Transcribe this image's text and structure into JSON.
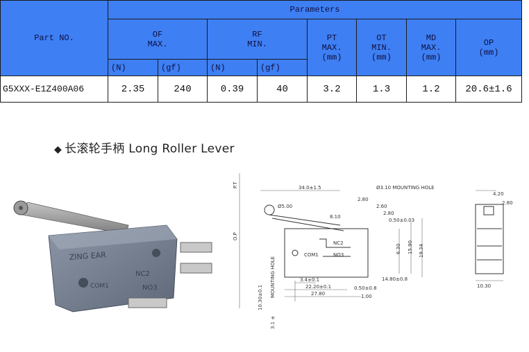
{
  "table": {
    "header": {
      "part_no": "Part NO.",
      "parameters": "Parameters",
      "of": [
        "OF",
        "MAX."
      ],
      "rf": [
        "RF",
        "MIN."
      ],
      "pt": [
        "PT",
        "MAX.",
        "(mm)"
      ],
      "ot": [
        "OT",
        "MIN.",
        "(mm)"
      ],
      "md": [
        "MD",
        "MAX.",
        "(mm)"
      ],
      "op": [
        "OP",
        "(mm)"
      ],
      "of_units": [
        "(N)",
        "(gf)"
      ],
      "rf_units": [
        "(N)",
        "(gf)"
      ]
    },
    "row": {
      "part": "G5XXX-E1Z400A06",
      "of_n": "2.35",
      "of_gf": "240",
      "rf_n": "0.39",
      "rf_gf": "40",
      "pt": "3.2",
      "ot": "1.3",
      "md": "1.2",
      "op": "20.6±1.6"
    }
  },
  "product": {
    "title_cn": "长滚轮手柄",
    "title_en": "Long Roller Lever",
    "body_brand": "ZING EAR",
    "terminal_labels": [
      "NC2",
      "COM1",
      "NO3"
    ]
  },
  "drawing": {
    "labels": {
      "pt": "P.T",
      "op": "O.P",
      "overall_width": "34.0±1.5",
      "mount_hole_top": "Ø3.10 MOUNTING HOLE",
      "roller_dia": "Ø5.00",
      "d280": "2.80",
      "d260": "2.60",
      "d280b": "2.80",
      "d810": "8.10",
      "d050": "0.50±0.03",
      "d630": "6.30",
      "d1590": "15.90",
      "d1934": "19.34",
      "nc2": "NC2",
      "no3": "NO3",
      "com1": "COM1",
      "d34": "3.4±0.1",
      "d2220": "22.20±0.1",
      "d2780": "27.80",
      "d1480": "14.80±0.8",
      "d050b": "0.50±0.8",
      "d100": "1.00",
      "d1030v": "10.30±0.1",
      "mount_hole_v": "MOUNTING HOLE",
      "d310v": "3.1 ±",
      "side_420": "4.20",
      "side_280": "2.80",
      "side_1030": "10.30"
    }
  }
}
